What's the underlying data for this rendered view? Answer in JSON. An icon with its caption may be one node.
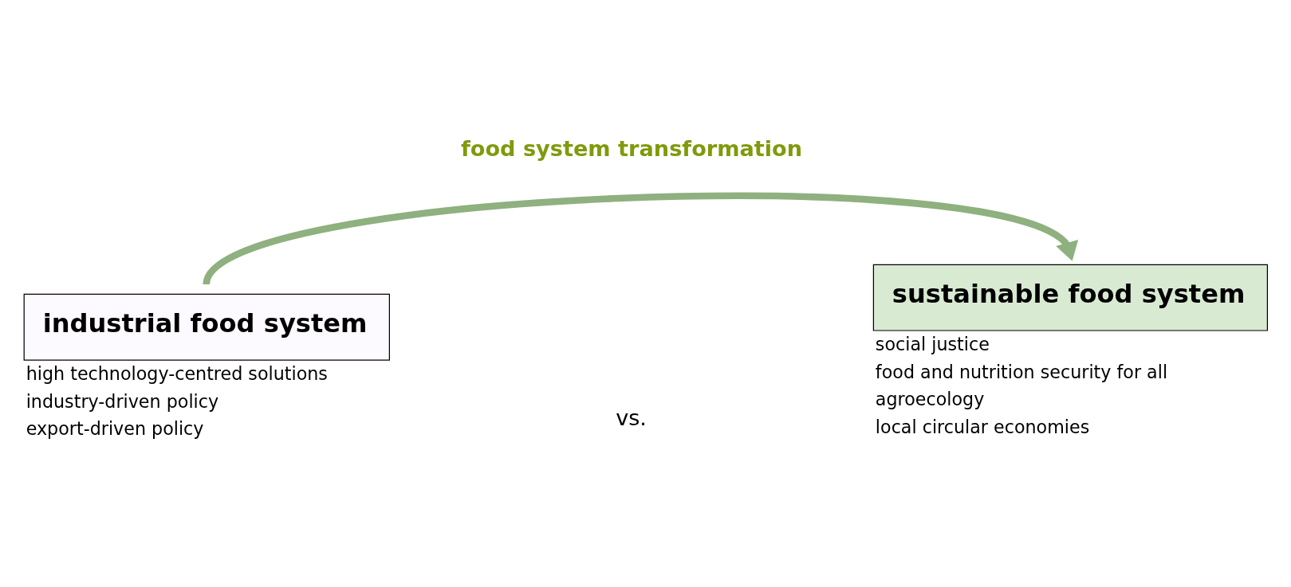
{
  "diagram": {
    "nodes": [
      {
        "text": [
          "industrial food system"
        ],
        "beside": [
          "high technology-centred solutions",
          "industry-driven policy",
          "export-driven policy"
        ]
      },
      {
        "text": [
          "sustainable food system"
        ],
        "beside": [
          "social justice",
          "food and nutrition security for all",
          "agroecology",
          "local circular economies"
        ]
      }
    ],
    "edges": [
      {
        "from": 0,
        "to": 1,
        "arrow": "to",
        "label": "food system transformation"
      }
    ],
    "labels": [
      "vs."
    ]
  }
}
